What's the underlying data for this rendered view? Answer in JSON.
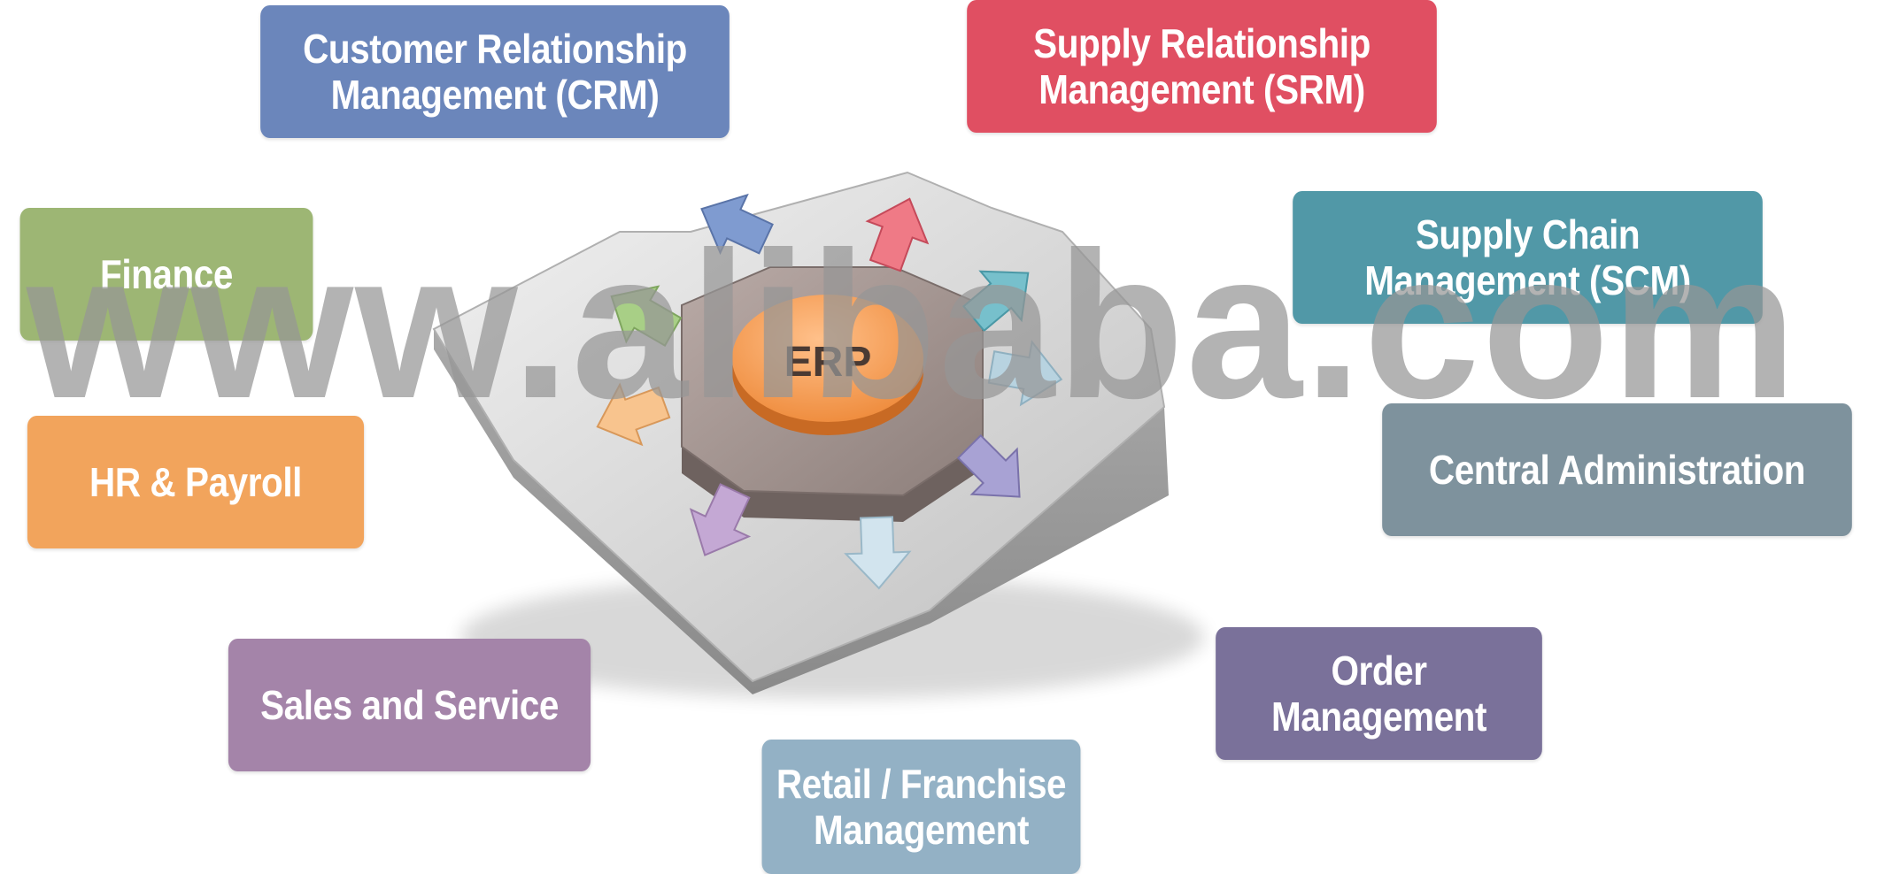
{
  "modules": {
    "crm": "Customer Relationship\nManagement (CRM)",
    "srm": "Supply Relationship\nManagement (SRM)",
    "finance": "Finance",
    "scm": "Supply Chain\nManagement (SCM)",
    "hr": "HR & Payroll",
    "central": "Central Administration",
    "sales": "Sales and Service",
    "order": "Order\nManagement",
    "retail": "Retail / Franchise\nManagement"
  },
  "center": {
    "label": "ERP"
  },
  "watermark": "www.alibaba.com",
  "colors": {
    "crm": "#6b86bb",
    "srm": "#e04f62",
    "finance": "#9db674",
    "scm": "#5198a7",
    "hr": "#f2a45c",
    "central": "#7e929d",
    "sales": "#a484a9",
    "order": "#7a719a",
    "retail": "#93b1c5",
    "hub": "#f39a4e"
  }
}
